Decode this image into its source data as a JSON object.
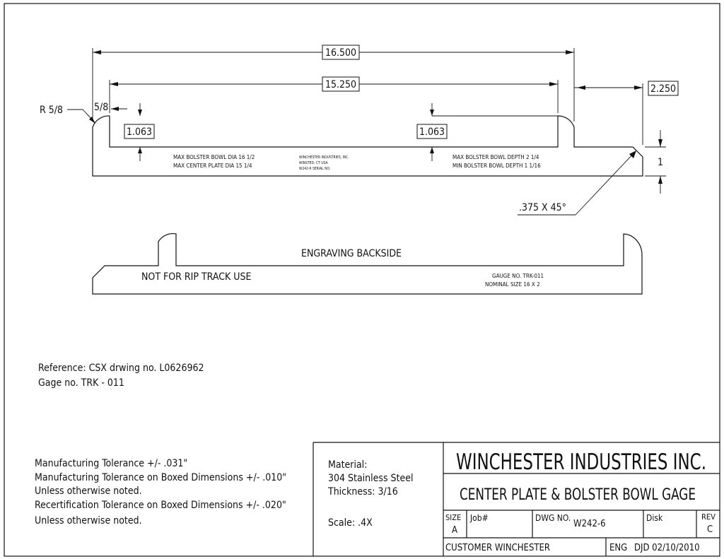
{
  "dimensions": {
    "overall_length": "16.500",
    "inner_length": "15.250",
    "chamfer_offset": "2.250",
    "left_radius": "R 5/8",
    "left_offset": "5/8",
    "left_depth": "1.063",
    "right_depth": "1.063",
    "height": "1",
    "chamfer": ".375 X 45°"
  },
  "engravings": {
    "front_left": [
      "MAX BOLSTER BOWL DIA  16 1/2",
      "MAX CENTER PLATE DIA  15 1/4"
    ],
    "front_center": [
      "WINCHESTER INDUSTRIES, INC.",
      "WINSTED, CT  USA",
      "W242-6 SERIAL NO."
    ],
    "front_right": [
      "MAX BOLSTER BOWL DEPTH 2 1/4",
      "MIN BOLSTER BOWL DEPTH 1 1/16"
    ],
    "back_title": "ENGRAVING BACKSIDE",
    "back_left": "NOT FOR RIP TRACK USE",
    "back_right": [
      "GAUGE NO. TRK-011",
      "NOMINAL SIZE  16 X 2"
    ]
  },
  "reference": [
    "Reference: CSX drwing no. L0626962",
    "Gage no. TRK - 011"
  ],
  "tolerances": [
    "Manufacturing Tolerance +/- .031\"",
    "Manufacturing Tolerance on Boxed Dimensions +/- .010\"",
    "Unless otherwise noted.",
    "Recertification Tolerance on Boxed Dimensions +/- .020\"",
    "Unless otherwise noted."
  ],
  "material": {
    "label": "Material:",
    "spec": "304 Stainless Steel",
    "thickness": "Thickness: 3/16",
    "scale": "Scale: .4X"
  },
  "title_block": {
    "company": "WINCHESTER INDUSTRIES INC.",
    "title": "CENTER PLATE & BOLSTER BOWL GAGE",
    "size_label": "SIZE",
    "size_value": "A",
    "job_label": "Job#",
    "dwg_label": "DWG NO.",
    "dwg_value": "W242-6",
    "disk_label": "Disk",
    "rev_label": "REV",
    "rev_value": "C",
    "customer": "CUSTOMER   WINCHESTER",
    "eng_label": "ENG",
    "eng_value": "DJD  02/10/2010"
  }
}
